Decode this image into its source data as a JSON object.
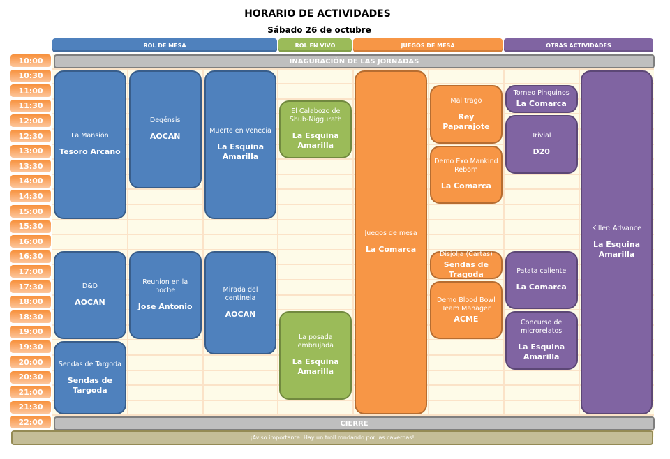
{
  "header": {
    "title": "HORARIO DE ACTIVIDADES",
    "subtitle": "Sábado 26 de octubre"
  },
  "categories": [
    {
      "label": "ROL DE MESA",
      "color": "#4f81bd"
    },
    {
      "label": "ROL EN VIVO",
      "color": "#9bbb59"
    },
    {
      "label": "JUEGOS DE MESA",
      "color": "#f79646"
    },
    {
      "label": "OTRAS ACTIVIDADES",
      "color": "#8064a2"
    }
  ],
  "times": [
    "10:00",
    "10:30",
    "11:00",
    "11:30",
    "12:00",
    "12:30",
    "13:00",
    "13:30",
    "14:00",
    "14:30",
    "15:00",
    "15:30",
    "16:00",
    "16:30",
    "17:00",
    "17:30",
    "18:00",
    "18:30",
    "19:00",
    "19:30",
    "20:00",
    "20:30",
    "21:00",
    "21:30",
    "22:00"
  ],
  "opening": "INAGURACIÓN DE LAS JORNADAS",
  "closing": "CIERRE",
  "notice": "¡Aviso importante: Hay un troll rondando por las cavernas!",
  "events": [
    {
      "name": "La Mansión",
      "org": "Tesoro Arcano",
      "color": "blue",
      "col": 0,
      "start": "10:30",
      "end": "15:30"
    },
    {
      "name": "Degénsis",
      "org": "AOCAN",
      "color": "blue",
      "col": 1,
      "start": "10:30",
      "end": "14:30"
    },
    {
      "name": "Muerte en Venecia",
      "org": "La Esquina Amarilla",
      "color": "blue",
      "col": 2,
      "start": "10:30",
      "end": "15:30"
    },
    {
      "name": "El Calabozo de Shub-Niggurath",
      "org": "La Esquina Amarilla",
      "color": "green",
      "col": 3,
      "start": "11:30",
      "end": "13:30"
    },
    {
      "name": "Juegos de mesa",
      "org": "La Comarca",
      "color": "orange",
      "col": 4,
      "start": "10:30",
      "end": "22:00"
    },
    {
      "name": "Mal trago",
      "org": "Rey Paparajote",
      "color": "orange",
      "col": 5,
      "start": "11:00",
      "end": "13:00"
    },
    {
      "name": "Demo Exo Mankind Reborn",
      "org": "La Comarca",
      "color": "orange",
      "col": 5,
      "start": "13:00",
      "end": "15:00"
    },
    {
      "name": "Torneo Pinguinos",
      "org": "La Comarca",
      "color": "purple",
      "col": 6,
      "start": "11:00",
      "end": "12:00",
      "tight": true
    },
    {
      "name": "Trivial",
      "org": "D20",
      "color": "purple",
      "col": 6,
      "start": "12:00",
      "end": "14:00"
    },
    {
      "name": "Killer: Advance",
      "org": "La Esquina Amarilla",
      "color": "purple",
      "col": 7,
      "start": "10:30",
      "end": "22:00"
    },
    {
      "name": "D&D",
      "org": "AOCAN",
      "color": "blue",
      "col": 0,
      "start": "16:30",
      "end": "19:30"
    },
    {
      "name": "Reunion en la noche",
      "org": "Jose Antonio",
      "color": "blue",
      "col": 1,
      "start": "16:30",
      "end": "19:30"
    },
    {
      "name": "Mirada del centinela",
      "org": "AOCAN",
      "color": "blue",
      "col": 2,
      "start": "16:30",
      "end": "20:00"
    },
    {
      "name": "La posada embrujada",
      "org": "La Esquina Amarilla",
      "color": "green",
      "col": 3,
      "start": "18:30",
      "end": "21:30"
    },
    {
      "name": "Disjolja (Cartas)",
      "org": "Sendas de Tragoda",
      "color": "orange",
      "col": 5,
      "start": "16:30",
      "end": "17:30",
      "tight": true
    },
    {
      "name": "Demo Blood Bowl Team Manager",
      "org": "ACME",
      "color": "orange",
      "col": 5,
      "start": "17:30",
      "end": "19:30",
      "tight": true
    },
    {
      "name": "Patata caliente",
      "org": "La Comarca",
      "color": "purple",
      "col": 6,
      "start": "16:30",
      "end": "18:30"
    },
    {
      "name": "Concurso de microrelatos",
      "org": "La Esquina Amarilla",
      "color": "purple",
      "col": 6,
      "start": "18:30",
      "end": "20:30"
    },
    {
      "name": "Sendas de Targoda",
      "org": "Sendas de Targoda",
      "color": "blue",
      "col": 0,
      "start": "19:30",
      "end": "22:00"
    }
  ]
}
